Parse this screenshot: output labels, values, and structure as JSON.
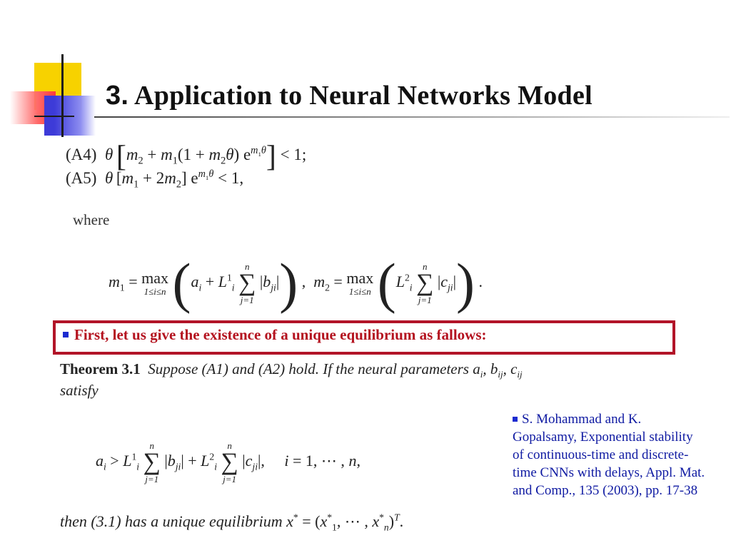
{
  "slide": {
    "title_number": "3.",
    "title_text": "Application to Neural Networks Model"
  },
  "conditions": {
    "a4_label": "(A4)",
    "a5_label": "(A5)",
    "where": "where"
  },
  "note": {
    "text": "First, let us give the existence of a unique equilibrium as fallows:"
  },
  "theorem": {
    "label": "Theorem 3.1",
    "text_line1": "Suppose (A1) and (A2) hold. If the neural parameters",
    "text_line2": "satisfy",
    "then_text": "then (3.1) has a unique equilibrium"
  },
  "reference": {
    "text": "S. Mohammad and K. Gopalsamy, Exponential stability of  continuous-time and discrete-time CNNs with delays, Appl. Mat. and Comp., 135 (2003), pp. 17-38"
  },
  "colors": {
    "note_border": "#b21428",
    "note_text": "#b4121f",
    "reference_text": "#0f1aa2",
    "bullet": "#1b2bd0"
  }
}
